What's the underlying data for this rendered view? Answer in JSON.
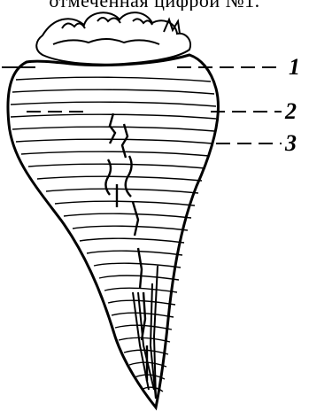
{
  "caption": {
    "text": "отмеченная цифрой №1."
  },
  "figure": {
    "subject": "sugar-beet-root",
    "labels": [
      "1",
      "2",
      "3"
    ],
    "ink_color": "#000000",
    "background_color": "#ffffff"
  }
}
